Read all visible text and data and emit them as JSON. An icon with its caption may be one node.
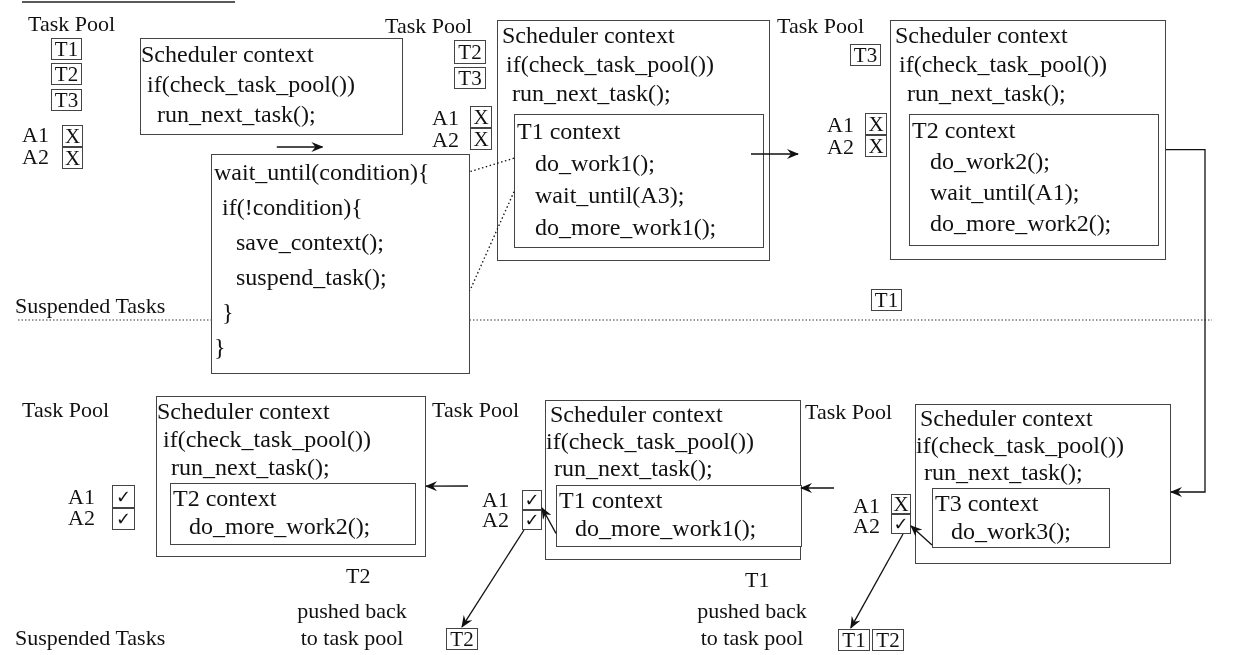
{
  "diagram": {
    "nodes": [
      {
        "text": [
          "T1"
        ]
      },
      {
        "text": [
          "T2"
        ]
      },
      {
        "text": [
          "T3"
        ]
      },
      {
        "text": [
          "X"
        ],
        "beside": [
          "A1"
        ]
      },
      {
        "text": [
          "X"
        ],
        "beside": [
          "A2"
        ]
      },
      {
        "text": [
          "Scheduler context",
          "if(check_task_pool())",
          "run_next_task();"
        ]
      },
      {
        "text": [
          "wait_until(condition){",
          "if(!condition){",
          "save_context();",
          "suspend_task();",
          "}",
          "}"
        ]
      },
      {
        "text": [
          "T2"
        ]
      },
      {
        "text": [
          "T3"
        ]
      },
      {
        "text": [
          "X"
        ],
        "beside": [
          "A1"
        ]
      },
      {
        "text": [
          "X"
        ],
        "beside": [
          "A2"
        ]
      },
      {
        "text": [
          "Scheduler context",
          "if(check_task_pool())",
          "run_next_task();"
        ]
      },
      {
        "text": [
          "T1 context",
          "do_work1();",
          "wait_until(A3);",
          "do_more_work1();"
        ],
        "in": 11
      },
      {
        "text": [
          "T3"
        ]
      },
      {
        "text": [
          "X"
        ],
        "beside": [
          "A1"
        ]
      },
      {
        "text": [
          "X"
        ],
        "beside": [
          "A2"
        ]
      },
      {
        "text": [
          "Scheduler context",
          "if(check_task_pool())",
          "run_next_task();"
        ]
      },
      {
        "text": [
          "T2 context",
          "do_work2();",
          "wait_until(A1);",
          "do_more_work2();"
        ],
        "in": 16
      },
      {
        "text": [
          "T1"
        ]
      },
      {
        "text": [
          "✓"
        ],
        "beside": [
          "A1"
        ]
      },
      {
        "text": [
          "✓"
        ],
        "beside": [
          "A2"
        ]
      },
      {
        "text": [
          "Scheduler context",
          "if(check_task_pool())",
          "run_next_task();"
        ],
        "beside": [
          "T2"
        ]
      },
      {
        "text": [
          "T2 context",
          "do_more_work2();"
        ],
        "in": 21
      },
      {
        "text": [
          "T2"
        ],
        "beside": [
          "pushed back to task pool"
        ]
      },
      {
        "text": [
          "✓"
        ],
        "beside": [
          "A1"
        ]
      },
      {
        "text": [
          "✓"
        ],
        "beside": [
          "A2"
        ]
      },
      {
        "text": [
          "Scheduler context",
          "if(check_task_pool())",
          "run_next_task();"
        ],
        "beside": [
          "T1"
        ]
      },
      {
        "text": [
          "T1 context",
          "do_more_work1();"
        ],
        "in": 26
      },
      {
        "text": [
          "T1"
        ],
        "beside": [
          "pushed back to task pool"
        ]
      },
      {
        "text": [
          "T2"
        ]
      },
      {
        "text": [
          "X"
        ],
        "beside": [
          "A1"
        ]
      },
      {
        "text": [
          "✓"
        ],
        "beside": [
          "A2"
        ]
      },
      {
        "text": [
          "Scheduler context",
          "if(check_task_pool())",
          "run_next_task();"
        ]
      },
      {
        "text": [
          "T3 context",
          "do_work3();"
        ],
        "in": 32
      }
    ],
    "edges": [
      {
        "from": 5,
        "to": 6,
        "arrow": "to"
      },
      {
        "from": 12,
        "to": 6,
        "arrow": "none",
        "style": "dashed"
      },
      {
        "from": 12,
        "to": 6,
        "arrow": "none",
        "style": "dashed"
      },
      {
        "from": 16,
        "to": 32,
        "arrow": "to"
      },
      {
        "from": null,
        "to": 26,
        "arrow": "to"
      },
      {
        "from": null,
        "to": 21,
        "arrow": "to"
      },
      {
        "from": 33,
        "to": 31,
        "arrow": "to"
      },
      {
        "from": 31,
        "to": 28,
        "arrow": "to"
      },
      {
        "from": 27,
        "to": 24,
        "arrow": "to"
      },
      {
        "from": 25,
        "to": 23,
        "arrow": "to"
      }
    ],
    "labels": [
      "Task Pool",
      "Task Pool",
      "Task Pool",
      "Suspended Tasks",
      "Task Pool",
      "Task Pool",
      "Task Pool",
      "Suspended Tasks"
    ]
  }
}
